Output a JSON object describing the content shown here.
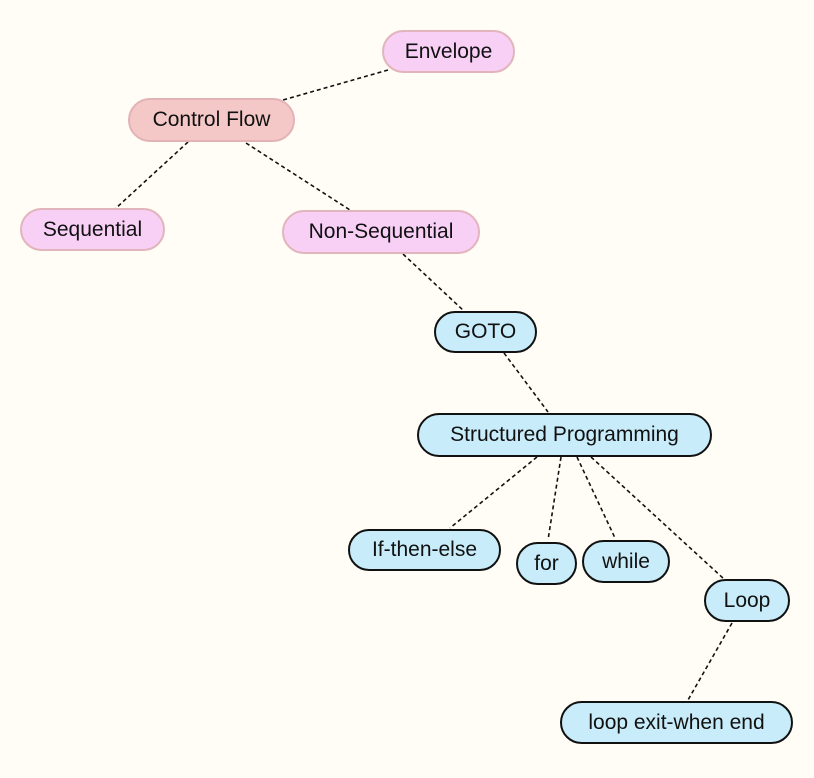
{
  "colors": {
    "background": "#fffdf6",
    "pink_fill": "#f8d0f6",
    "root_fill": "#f5c8c8",
    "blue_fill": "#c8ecf9"
  },
  "nodes": {
    "envelope": "Envelope",
    "control_flow": "Control Flow",
    "sequential": "Sequential",
    "non_sequential": "Non-Sequential",
    "goto": "GOTO",
    "structured_programming": "Structured Programming",
    "if_then_else": "If-then-else",
    "for": "for",
    "while": "while",
    "loop": "Loop",
    "loop_exit_when_end": "loop exit-when end"
  }
}
